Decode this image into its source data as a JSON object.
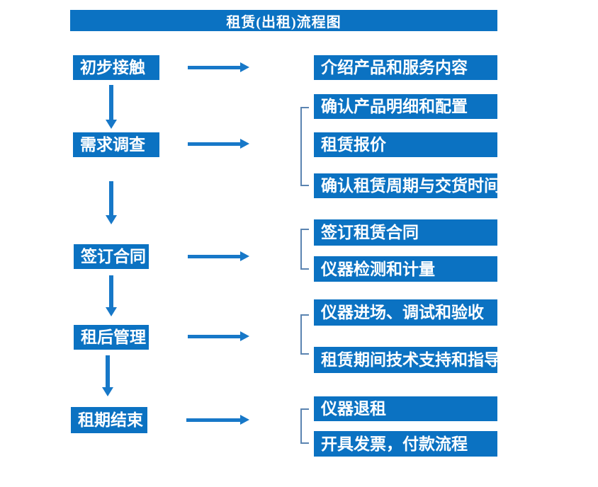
{
  "title": "租赁(出租)流程图",
  "colors": {
    "box_blue": "#0b72c2",
    "arrow_blue": "#1778c8",
    "bracket_blue": "#5b84b1",
    "text_white": "#ffffff",
    "background": "#ffffff"
  },
  "steps": [
    {
      "label": "初步接触",
      "details": [
        "介绍产品和服务内容"
      ]
    },
    {
      "label": "需求调查",
      "details": [
        "确认产品明细和配置",
        "租赁报价",
        "确认租赁周期与交货时间"
      ]
    },
    {
      "label": "签订合同",
      "details": [
        "签订租赁合同",
        "仪器检测和计量"
      ]
    },
    {
      "label": "租后管理",
      "details": [
        "仪器进场、调试和验收",
        "租赁期间技术支持和指导"
      ]
    },
    {
      "label": "租期结束",
      "details": [
        "仪器退租",
        "开具发票，付款流程"
      ]
    }
  ]
}
